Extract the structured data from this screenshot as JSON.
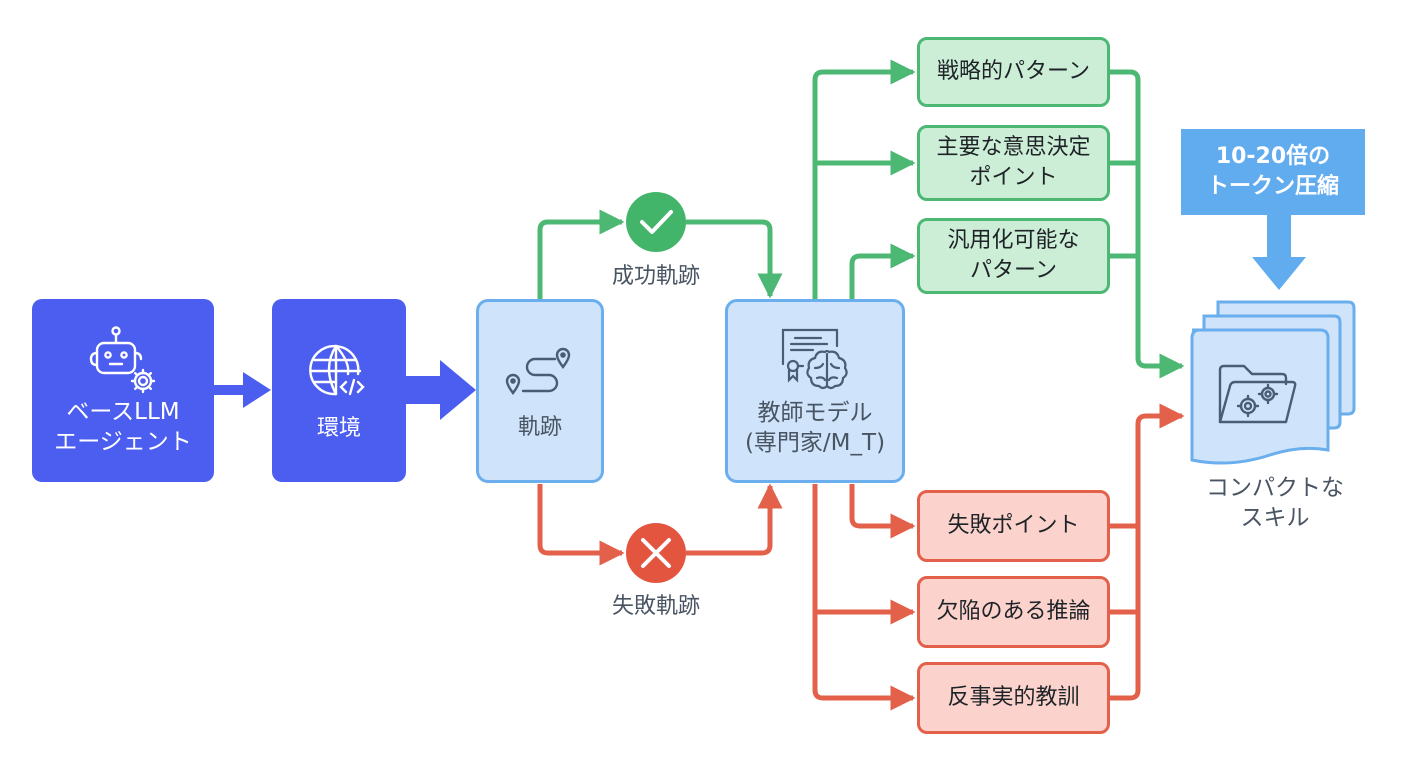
{
  "diagram": {
    "nodes": {
      "base_agent": {
        "line1": "ベースLLM",
        "line2": "エージェント",
        "icon": "robot-gear-icon"
      },
      "environment": {
        "label": "環境",
        "icon": "globe-code-icon"
      },
      "trajectory": {
        "label": "軌跡",
        "icon": "route-pins-icon"
      },
      "success": {
        "label": "成功軌跡",
        "icon": "check-circle-icon"
      },
      "failure": {
        "label": "失敗軌跡",
        "icon": "x-circle-icon"
      },
      "teacher": {
        "line1": "教師モデル",
        "line2": "(専門家/M_T)",
        "icon": "certificate-brain-icon"
      },
      "success_outputs": [
        {
          "line1": "戦略的パターン",
          "line2": ""
        },
        {
          "line1": "主要な意思決定",
          "line2": "ポイント"
        },
        {
          "line1": "汎用化可能な",
          "line2": "パターン"
        }
      ],
      "failure_outputs": [
        {
          "line1": "失敗ポイント"
        },
        {
          "line1": "欠陥のある推論"
        },
        {
          "line1": "反事実的教訓"
        }
      ],
      "skills": {
        "line1": "コンパクトな",
        "line2": "スキル",
        "icon": "folder-gears-icon"
      },
      "compression_callout": {
        "line1": "10-20倍の",
        "line2": "トークン圧縮"
      }
    },
    "colors": {
      "primary_blue": "#4c5ef0",
      "light_blue_fill": "#cfe4fb",
      "light_blue_border": "#6aaeed",
      "success_green": "#4cb874",
      "failure_red": "#e3604a",
      "callout_blue": "#61acef"
    }
  }
}
